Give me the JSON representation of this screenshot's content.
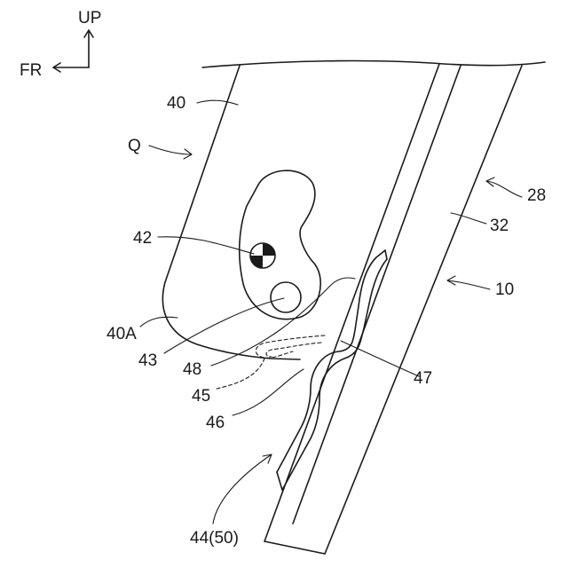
{
  "orientation": {
    "up_label": "UP",
    "front_label": "FR"
  },
  "labels": {
    "ref_40": "40",
    "ref_q": "Q",
    "ref_42": "42",
    "ref_40a": "40A",
    "ref_43": "43",
    "ref_48": "48",
    "ref_45": "45",
    "ref_46": "46",
    "ref_44": "44(50)",
    "ref_28": "28",
    "ref_32": "32",
    "ref_10": "10",
    "ref_47": "47"
  }
}
